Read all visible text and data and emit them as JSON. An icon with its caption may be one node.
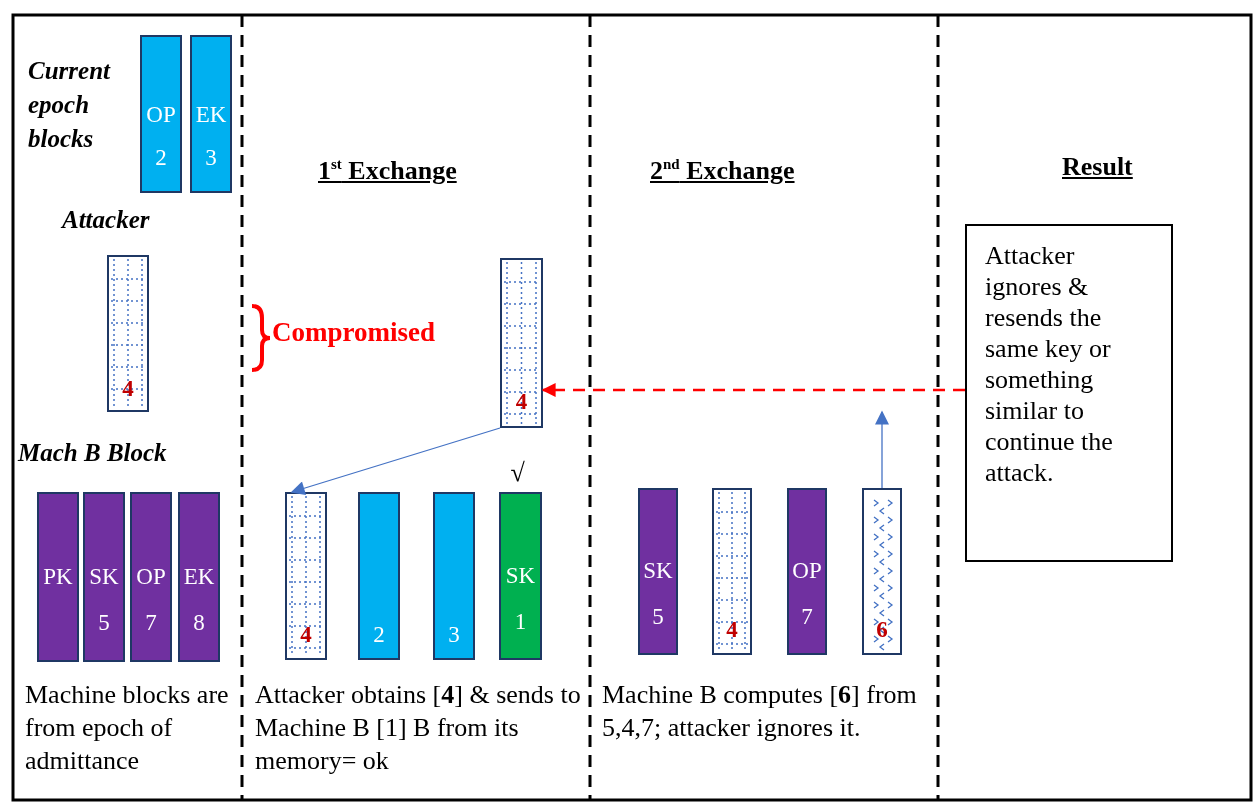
{
  "diagram": {
    "nodes": [
      {
        "text": [
          "OP",
          "2"
        ]
      },
      {
        "text": [
          "EK",
          "3"
        ]
      },
      {
        "text": [
          "4"
        ]
      },
      {
        "text": [
          "4"
        ]
      },
      {
        "text": [
          "Attacker ignores & resends the same key or something similar to continue the attack."
        ]
      },
      {
        "text": [
          "PK"
        ]
      },
      {
        "text": [
          "SK",
          "5"
        ]
      },
      {
        "text": [
          "OP",
          "7"
        ]
      },
      {
        "text": [
          "EK",
          "8"
        ]
      },
      {
        "text": [
          "4"
        ]
      },
      {
        "text": [
          "2"
        ]
      },
      {
        "text": [
          "3"
        ]
      },
      {
        "text": [
          "SK",
          "1"
        ],
        "beside": [
          "√"
        ]
      },
      {
        "text": [
          "SK",
          "5"
        ]
      },
      {
        "text": [
          "4"
        ]
      },
      {
        "text": [
          "OP",
          "7"
        ]
      },
      {
        "text": [
          "6"
        ]
      }
    ],
    "edges": [
      {
        "from": 3,
        "to": 9,
        "arrow": "to"
      },
      {
        "from": 16,
        "to": null,
        "arrow": "to"
      },
      {
        "from": 4,
        "to": 3,
        "arrow": "to",
        "style": "dashed",
        "color": "#ff0000"
      }
    ],
    "labels": [
      "Current epoch blocks",
      "1$^{st}$ Exchange",
      "2$^{nd}$ Exchange",
      "Result",
      "Attacker",
      "Compromised",
      "Mach B Block",
      "Machine blocks are from epoch of admittance",
      "Attacker obtains [**4**] & sends to Machine B [1] B from its memory= ok",
      "Machine B computes [**6**] from 5,4,7; attacker ignores it."
    ]
  }
}
